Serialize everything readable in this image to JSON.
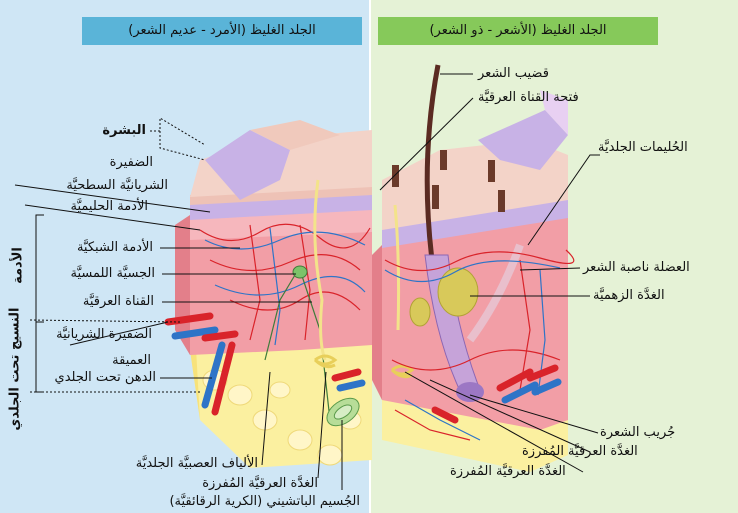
{
  "headers": {
    "left": "الجلد الغليظ (الأمرد - عديم الشعر)",
    "right": "الجلد الغليظ (الأشعر - ذو الشعر)"
  },
  "left_labels": {
    "epidermis": "البشرة",
    "plexus": "الضفيرة",
    "superficial_arterial": "الشريانيَّة السطحيَّة",
    "papillary_dermis": "الأدمة الحليميَّة",
    "reticular_dermis": "الأدمة الشبكيَّة",
    "tactile_corpuscle": "الجسيَّة اللمسيَّة",
    "sweat_duct": "القناة العرقيَّة",
    "arterial_plexus": "الضفيرة الشريانيَّة",
    "deep": "العميقة",
    "subcutaneous_fat": "الدهن تحت الجلدي",
    "cutaneous_nerve_fibers": "الألياف العصبيَّة الجلديَّة",
    "eccrine_sweat_gland": "الغدَّة العرقيَّة المُفرزة",
    "pacinian_corpuscle": "الجُسيم الباتشيني (الكرية الرقائقيَّة)"
  },
  "side_labels": {
    "dermis": "الأدمة",
    "hypodermis": "النسيج تحت الجلدي"
  },
  "right_labels": {
    "hair_shaft": "قضيب الشعر",
    "sweat_pore": "فتحة القناة العرقيَّة",
    "dermal_papillae": "الحُليمات الجلديَّة",
    "arrector_pili": "العضلة ناصبة الشعر",
    "sebaceous_gland": "الغدَّة الزهميَّة",
    "hair_follicle": "جُريب الشعرة",
    "sweat_gland_1": "الغدَّة العرقيَّة المُفرزة",
    "sweat_gland_2": "الغدَّة العرقيَّة المُفرزة"
  },
  "colors": {
    "left_panel": "#cfe6f5",
    "right_panel": "#e5f2d6",
    "left_header": "#5ab4d8",
    "right_header": "#86c95a",
    "epidermis": "#f3d3c8",
    "stratum": "#c8b2e6",
    "dermis": "#f29ea6",
    "fat": "#fbf0a0",
    "artery": "#d9232a",
    "vein": "#2e74c7",
    "hair": "#5b2b22"
  }
}
